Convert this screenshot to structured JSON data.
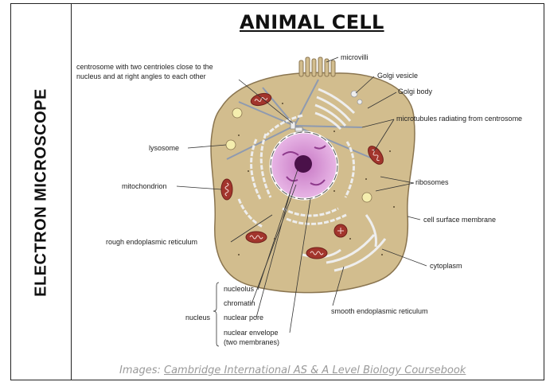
{
  "side_label": "ELECTRON MICROSCOPE",
  "title": "ANIMAL CELL",
  "credit": {
    "prefix": "Images: ",
    "link": "Cambridge International AS & A Level Biology Coursebook"
  },
  "labels": {
    "centrosome_1": "centrosome with two centrioles close to the",
    "centrosome_2": "nucleus and at right angles to each other",
    "microvilli": "microvilli",
    "golgi_vesicle": "Golgi vesicle",
    "golgi_body": "Golgi body",
    "microtubules": "microtubules radiating from centrosome",
    "lysosome": "lysosome",
    "mitochondrion": "mitochondrion",
    "ribosomes": "ribosomes",
    "cell_surface_membrane": "cell surface membrane",
    "rough_er": "rough endoplasmic reticulum",
    "cytoplasm": "cytoplasm",
    "nucleolus": "nucleolus",
    "chromatin": "chromatin",
    "nuclear_pore": "nuclear pore",
    "nuclear_envelope_1": "nuclear envelope",
    "nuclear_envelope_2": "(two membranes)",
    "nucleus": "nucleus",
    "smooth_er": "smooth endoplasmic reticulum"
  }
}
